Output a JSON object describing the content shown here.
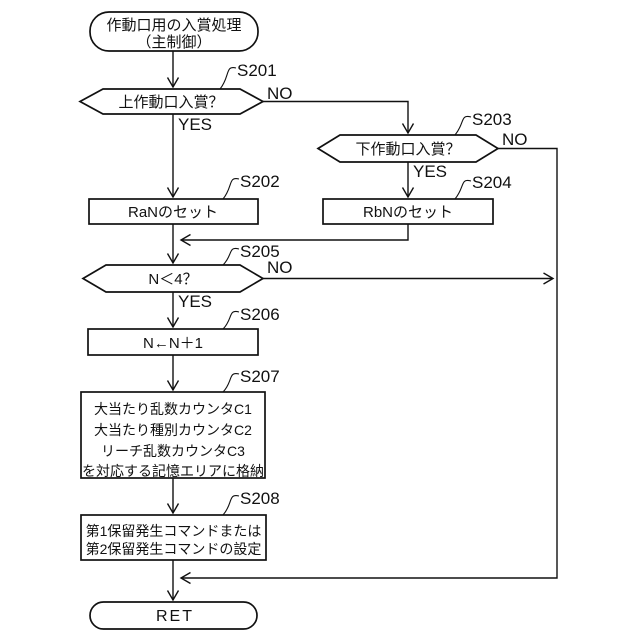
{
  "diagram": {
    "colors": {
      "background": "#ffffff",
      "line": "#111111",
      "text": "#111111"
    },
    "branch_labels": {
      "yes": "YES",
      "no": "NO"
    },
    "nodes": {
      "start": {
        "type": "terminal",
        "line1": "作動口用の入賞処理",
        "line2": "（主制御）"
      },
      "s201": {
        "type": "decision",
        "step": "S201",
        "label": "上作動口入賞？"
      },
      "s202": {
        "type": "process",
        "step": "S202",
        "label": "RaNのセット"
      },
      "s203": {
        "type": "decision",
        "step": "S203",
        "label": "下作動口入賞？"
      },
      "s204": {
        "type": "process",
        "step": "S204",
        "label": "RbNのセット"
      },
      "s205": {
        "type": "decision",
        "step": "S205",
        "label": "N＜4？"
      },
      "s206": {
        "type": "process",
        "step": "S206",
        "label": "N←N＋1"
      },
      "s207": {
        "type": "process",
        "step": "S207",
        "line1": "大当たり乱数カウンタC1",
        "line2": "大当たり種別カウンタC2",
        "line3": "リーチ乱数カウンタC3",
        "line4": "を対応する記憶エリアに格納"
      },
      "s208": {
        "type": "process",
        "step": "S208",
        "line1": "第1保留発生コマンドまたは",
        "line2": "第2保留発生コマンドの設定"
      },
      "ret": {
        "type": "terminal",
        "label": "RET"
      }
    }
  }
}
